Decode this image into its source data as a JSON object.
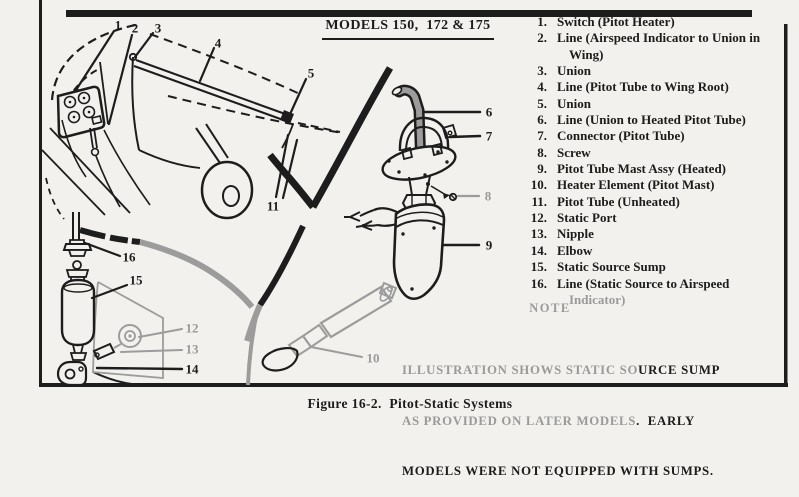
{
  "title": "MODELS 150,  172 & 175",
  "caption": "Figure 16-2.  Pitot-Static Systems",
  "parts_list": {
    "items": [
      {
        "num": "1.",
        "label": "Switch (Pitot Heater)",
        "label_faded": ""
      },
      {
        "num": "2.",
        "label": "Line (Airspeed Indicator to Union in Wing)",
        "label_faded": ""
      },
      {
        "num": "3.",
        "label": "Union",
        "label_faded": ""
      },
      {
        "num": "4.",
        "label": "Line (Pitot Tube to Wing Root)",
        "label_faded": ""
      },
      {
        "num": "5.",
        "label": "Union",
        "label_faded": ""
      },
      {
        "num": "6.",
        "label": "Line (Union to Heated Pitot Tube)",
        "label_faded": ""
      },
      {
        "num": "7.",
        "label": "Connector (Pitot Tube)",
        "label_faded": ""
      },
      {
        "num": "8.",
        "label": "Screw",
        "label_faded": ""
      },
      {
        "num": "9.",
        "label": "Pitot Tube Mast Assy (Heated)",
        "label_faded": ""
      },
      {
        "num": "10.",
        "label": "Heater Element (Pitot Mast)",
        "label_faded": ""
      },
      {
        "num": "11.",
        "label": "Pitot Tube (Unheated)",
        "label_faded": ""
      },
      {
        "num": "12.",
        "label": "Static Port",
        "label_faded": ""
      },
      {
        "num": "13.",
        "label": "Nipple",
        "label_faded": ""
      },
      {
        "num": "14.",
        "label": "Elbow",
        "label_faded": ""
      },
      {
        "num": "15.",
        "label": "Static Source Sump",
        "label_faded": ""
      },
      {
        "num": "16.",
        "label": "Line (Static Source to Airspeed ",
        "label_faded": "Indicator)"
      }
    ]
  },
  "note": {
    "heading": "NOTE",
    "line1_faded": "ILLUSTRATION SHOWS STATIC SO",
    "line1_dark": "URCE SUMP",
    "line2_faded": "AS PROVIDED ON LATER MODELS",
    "line2_dark": ".  EARLY",
    "line3_dark": "MODELS WERE NOT EQUIPPED WITH SUMPS."
  },
  "callouts": {
    "c1": "1",
    "c2": "2",
    "c3": "3",
    "c4": "4",
    "c5": "5",
    "c6": "6",
    "c7": "7",
    "c8": "8",
    "c9": "9",
    "c10": "10",
    "c11": "11",
    "c12": "12",
    "c13": "13",
    "c14": "14",
    "c15": "15",
    "c16": "16"
  },
  "colors": {
    "ink": "#1d1d1d",
    "faded_ink": "#9a9a9a",
    "paper": "#f2f1ee"
  }
}
